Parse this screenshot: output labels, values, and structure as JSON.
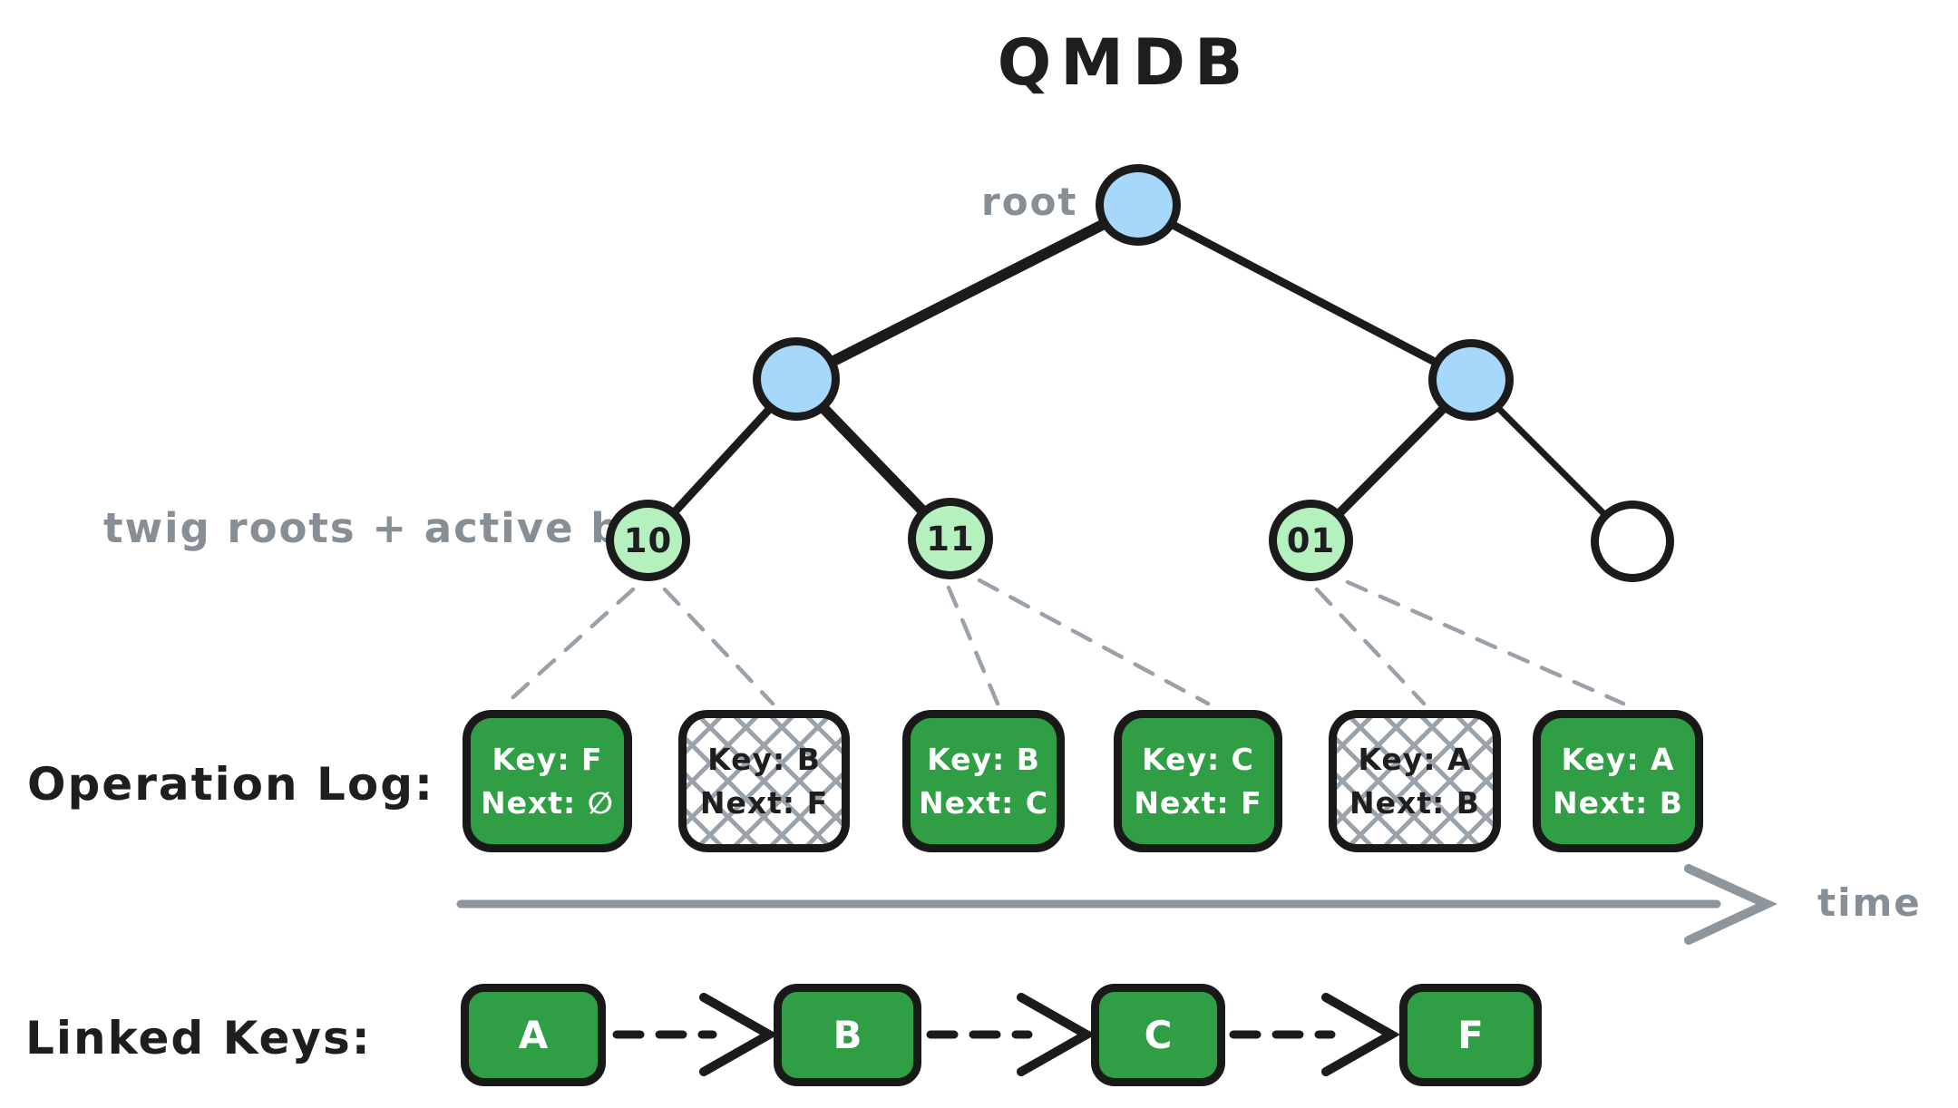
{
  "title": "QMDB",
  "annotations": {
    "root_label": "root",
    "twig_label": "twig roots + active bits",
    "operation_log_label": "Operation Log:",
    "linked_keys_label": "Linked Keys:",
    "time_label": "time"
  },
  "tree": {
    "root_node": {
      "label": ""
    },
    "internal_nodes": [
      {
        "label": ""
      },
      {
        "label": ""
      }
    ],
    "twig_nodes": [
      {
        "label": "10",
        "state": "active"
      },
      {
        "label": "11",
        "state": "active"
      },
      {
        "label": "01",
        "state": "active"
      },
      {
        "label": "",
        "state": "empty"
      }
    ]
  },
  "operation_log": {
    "entries": [
      {
        "key": "Key: F",
        "next": "Next: ∅",
        "state": "active"
      },
      {
        "key": "Key: B",
        "next": "Next: F",
        "state": "superseded"
      },
      {
        "key": "Key: B",
        "next": "Next: C",
        "state": "active"
      },
      {
        "key": "Key: C",
        "next": "Next: F",
        "state": "active"
      },
      {
        "key": "Key: A",
        "next": "Next: B",
        "state": "superseded"
      },
      {
        "key": "Key: A",
        "next": "Next: B",
        "state": "active"
      }
    ]
  },
  "linked_keys": {
    "nodes": [
      {
        "label": "A"
      },
      {
        "label": "B"
      },
      {
        "label": "C"
      },
      {
        "label": "F"
      }
    ]
  },
  "colors": {
    "node_blue": "#a5d8fb",
    "node_green_light": "#b5f1bf",
    "box_green": "#2f9e44",
    "stroke_black": "#1b1b1b",
    "gray_label": "#868e96",
    "hatch_gray": "#9aa2ab",
    "background": "#ffffff"
  }
}
